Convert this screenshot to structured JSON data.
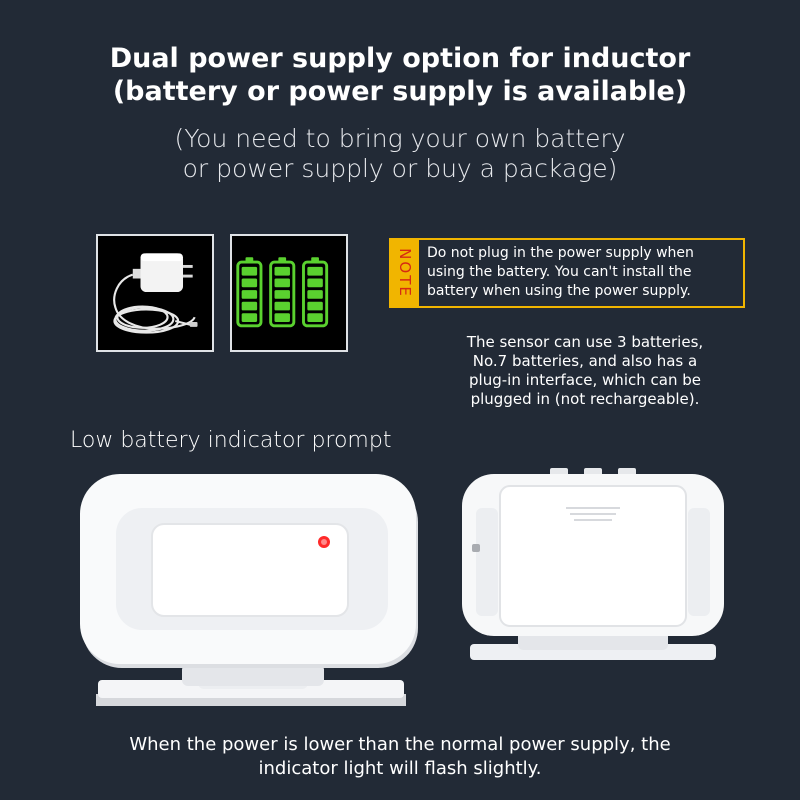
{
  "heading": {
    "line1": "Dual power supply option for inductor",
    "line2": "(battery or power supply is available)"
  },
  "subheading": {
    "line1": "(You need to bring your own battery",
    "line2": "or power supply or buy a package)"
  },
  "note": {
    "tag": "NOTE",
    "line1": "Do not plug in the power supply when",
    "line2": "using the battery.  You can't install the",
    "line3": "battery when using the power supply."
  },
  "sensor_info": {
    "line1": "The sensor can use 3 batteries,",
    "line2": "No.7 batteries, and also has a",
    "line3": "plug-in interface, which can be",
    "line4": "plugged in (not rechargeable)."
  },
  "low_battery_title": "Low battery indicator prompt",
  "bottom_caption": {
    "line1": "When the power is lower than the normal power supply, the",
    "line2": "indicator light will flash slightly."
  },
  "colors": {
    "background": "#222a36",
    "note_border": "#f1b500",
    "note_tag_text": "#d62a12",
    "battery_green": "#5ad12f",
    "indicator_red": "#ff2a2a"
  },
  "icons": {
    "adapter": "usb-power-adapter-icon",
    "batteries": "battery-icon"
  }
}
